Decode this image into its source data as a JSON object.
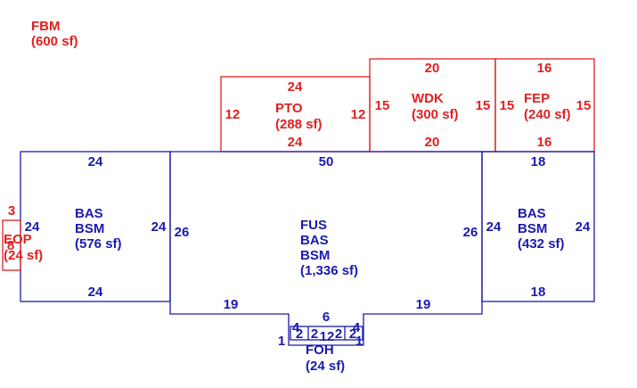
{
  "colors": {
    "red": "#e02020",
    "blue": "#1a1ab0",
    "background": "#ffffff"
  },
  "fbm": {
    "name": "FBM",
    "area": "(600 sf)"
  },
  "pto": {
    "name": "PTO",
    "area": "(288 sf)",
    "top": "24",
    "bottom": "24",
    "left": "12",
    "right": "12"
  },
  "wdk": {
    "name": "WDK",
    "area": "(300 sf)",
    "top": "20",
    "bottom": "20",
    "left": "15",
    "right": "15"
  },
  "fep": {
    "name": "FEP",
    "area": "(240 sf)",
    "top": "16",
    "bottom": "16",
    "left": "15",
    "right": "15"
  },
  "left_bas": {
    "line1": "BAS",
    "line2": "BSM",
    "area": "(576 sf)",
    "top": "24",
    "bottom": "24",
    "left": "24",
    "right": "24"
  },
  "fus": {
    "line1": "FUS",
    "line2": "BAS",
    "line3": "BSM",
    "area": "(1,336 sf)",
    "top": "50",
    "left": "26",
    "right": "26",
    "bottom_left": "19",
    "bottom_right": "19"
  },
  "right_bas": {
    "line1": "BAS",
    "line2": "BSM",
    "area": "(432 sf)",
    "top": "18",
    "bottom": "18",
    "left": "24",
    "right": "24"
  },
  "eop": {
    "name": "EOP",
    "area": "(24 sf)",
    "top": "3",
    "side": "8"
  },
  "foh": {
    "name": "FOH",
    "area": "(24 sf)",
    "top": "6",
    "bottom": "12",
    "left": "1",
    "right": "1",
    "inner_a": "2",
    "inner_b": "2",
    "inner_c": "2",
    "inner_d": "2",
    "tick_a": "4",
    "tick_b": "4"
  }
}
